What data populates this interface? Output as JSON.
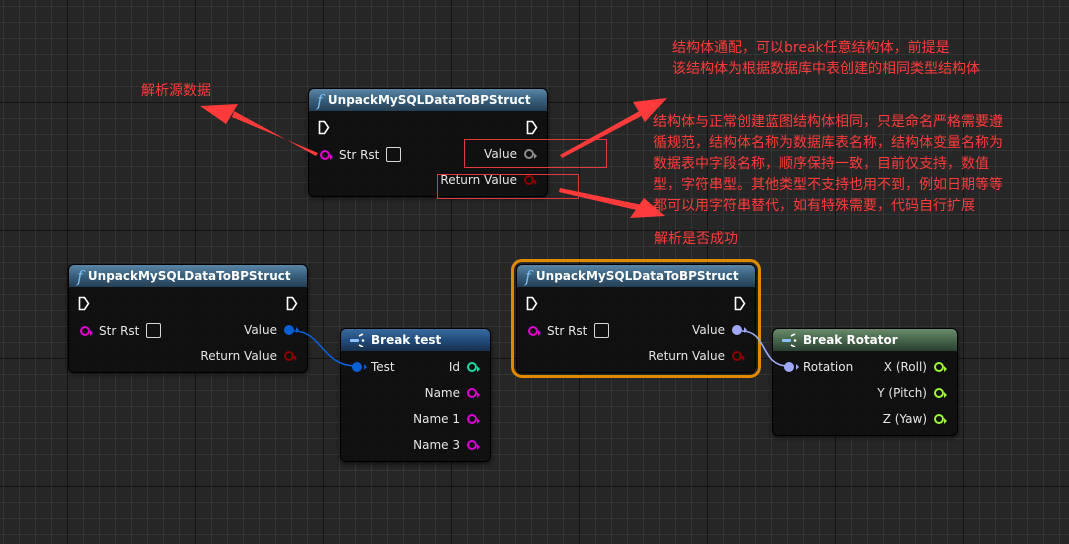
{
  "canvas": {
    "background": "#262626",
    "grid_minor": "#343434",
    "grid_major": "#141414"
  },
  "nodes": {
    "top_unpack": {
      "title": "UnpackMySQLDataToBPStruct",
      "icon": "function-icon",
      "inputs": [
        {
          "label": "Str Rst",
          "type": "string",
          "color": "#e000d6"
        }
      ],
      "outputs": [
        {
          "label": "Value",
          "type": "wildcard",
          "color": "#8c8c8c"
        },
        {
          "label": "Return Value",
          "type": "bool",
          "color": "#8a0000"
        }
      ]
    },
    "left_unpack": {
      "title": "UnpackMySQLDataToBPStruct",
      "icon": "function-icon",
      "inputs": [
        {
          "label": "Str Rst",
          "type": "string",
          "color": "#e000d6"
        }
      ],
      "outputs": [
        {
          "label": "Value",
          "type": "struct",
          "color": "#0a5fd6"
        },
        {
          "label": "Return Value",
          "type": "bool",
          "color": "#8a0000"
        }
      ]
    },
    "break_test": {
      "title": "Break test",
      "icon": "break-struct-icon",
      "inputs": [
        {
          "label": "Test",
          "type": "struct",
          "color": "#0a5fd6"
        }
      ],
      "outputs": [
        {
          "label": "Id",
          "type": "int",
          "color": "#1fd8a4"
        },
        {
          "label": "Name",
          "type": "string",
          "color": "#e000d6"
        },
        {
          "label": "Name 1",
          "type": "string",
          "color": "#e000d6"
        },
        {
          "label": "Name 3",
          "type": "string",
          "color": "#e000d6"
        }
      ]
    },
    "right_unpack": {
      "title": "UnpackMySQLDataToBPStruct",
      "icon": "function-icon",
      "selected": true,
      "inputs": [
        {
          "label": "Str Rst",
          "type": "string",
          "color": "#e000d6"
        }
      ],
      "outputs": [
        {
          "label": "Value",
          "type": "rotator",
          "color": "#9fa9f8"
        },
        {
          "label": "Return Value",
          "type": "bool",
          "color": "#8a0000"
        }
      ]
    },
    "break_rotator": {
      "title": "Break Rotator",
      "icon": "break-struct-icon",
      "inputs": [
        {
          "label": "Rotation",
          "type": "rotator",
          "color": "#9fa9f8"
        }
      ],
      "outputs": [
        {
          "label": "X (Roll)",
          "type": "float",
          "color": "#9ef53a"
        },
        {
          "label": "Y (Pitch)",
          "type": "float",
          "color": "#9ef53a"
        },
        {
          "label": "Z (Yaw)",
          "type": "float",
          "color": "#9ef53a"
        }
      ]
    }
  },
  "annotations": {
    "color": "#ff3a3a",
    "parse_source": "解析源数据",
    "wildcard_line1": "结构体通配，可以break任意结构体，前提是",
    "wildcard_line2": "该结构体为根据数据库中表创建的相同类型结构体",
    "naming_lines": [
      "结构体与正常创建蓝图结构体相同，只是命名严格需要遵",
      "循规范，结构体名称为数据库表名称，结构体变量名称为",
      "数据表中字段名称，顺序保持一致，目前仅支持，数值",
      "型，字符串型。其他类型不支持也用不到，例如日期等等",
      "都可以用字符串替代，如有特殊需要，代码自行扩展"
    ],
    "parse_success": "解析是否成功"
  }
}
